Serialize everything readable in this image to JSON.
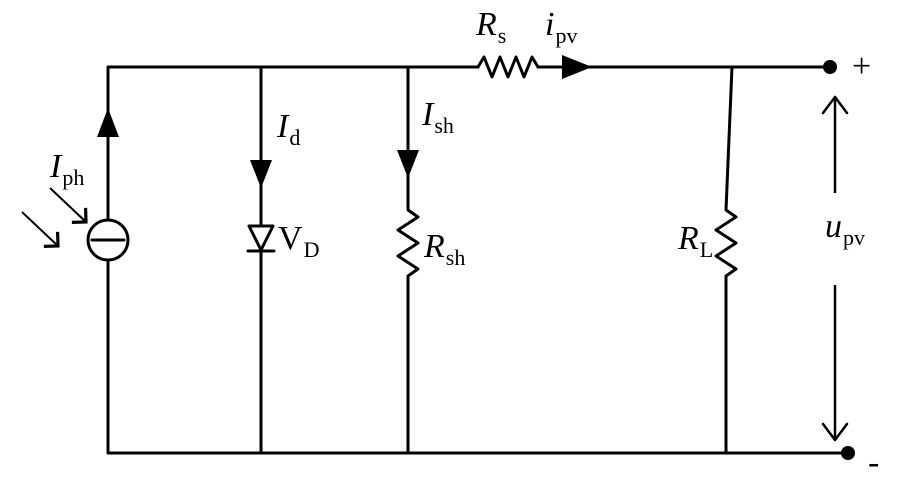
{
  "labels": {
    "iph": {
      "main": "I",
      "sub": "ph"
    },
    "id": {
      "main": "I",
      "sub": "d"
    },
    "ish": {
      "main": "I",
      "sub": "sh"
    },
    "vd": {
      "main": "V",
      "sub": "D"
    },
    "rsh": {
      "main": "R",
      "sub": "sh"
    },
    "rs": {
      "main": "R",
      "sub": "s"
    },
    "ipv": {
      "main": "i",
      "sub": "pv"
    },
    "rl": {
      "main": "R",
      "sub": "L"
    },
    "upv": {
      "main": "u",
      "sub": "pv"
    },
    "plus": "+",
    "minus": "-"
  },
  "colors": {
    "line": "#000000",
    "background": "#ffffff"
  }
}
